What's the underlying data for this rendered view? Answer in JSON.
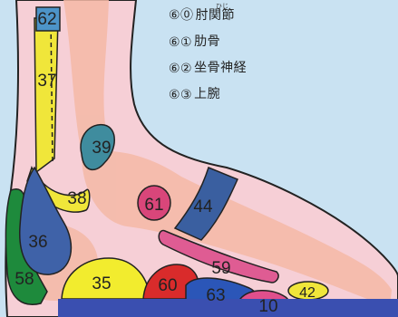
{
  "zones": [
    {
      "id": "62",
      "label": "62",
      "color": "#4d94c8"
    },
    {
      "id": "37",
      "label": "37",
      "color": "#f0e63a"
    },
    {
      "id": "39",
      "label": "39",
      "color": "#3f8c9e"
    },
    {
      "id": "38",
      "label": "38",
      "color": "#f0e63a"
    },
    {
      "id": "61",
      "label": "61",
      "color": "#d9467a"
    },
    {
      "id": "44",
      "label": "44",
      "color": "#3a5fa0"
    },
    {
      "id": "36",
      "label": "36",
      "color": "#3f62a8"
    },
    {
      "id": "58",
      "label": "58",
      "color": "#1e8a3c"
    },
    {
      "id": "35",
      "label": "35",
      "color": "#f2ec2e"
    },
    {
      "id": "60",
      "label": "60",
      "color": "#d92b2b"
    },
    {
      "id": "63",
      "label": "63",
      "color": "#2b56b8"
    },
    {
      "id": "59",
      "label": "59",
      "color": "#df5c93"
    },
    {
      "id": "10",
      "label": "10",
      "color": "#e04f8c"
    },
    {
      "id": "42",
      "label": "42",
      "color": "#f0e63a"
    }
  ],
  "legend": [
    {
      "num": "⑥⓪",
      "text": "肘関節",
      "ruby": "ひじ"
    },
    {
      "num": "⑥①",
      "text": "肋骨"
    },
    {
      "num": "⑥②",
      "text": "坐骨神経"
    },
    {
      "num": "⑥③",
      "text": "上腕"
    }
  ],
  "colors": {
    "background": "#c9e2f2",
    "skin": "#f6cfd6",
    "bone": "#f4b9a6",
    "outline": "#222222"
  }
}
